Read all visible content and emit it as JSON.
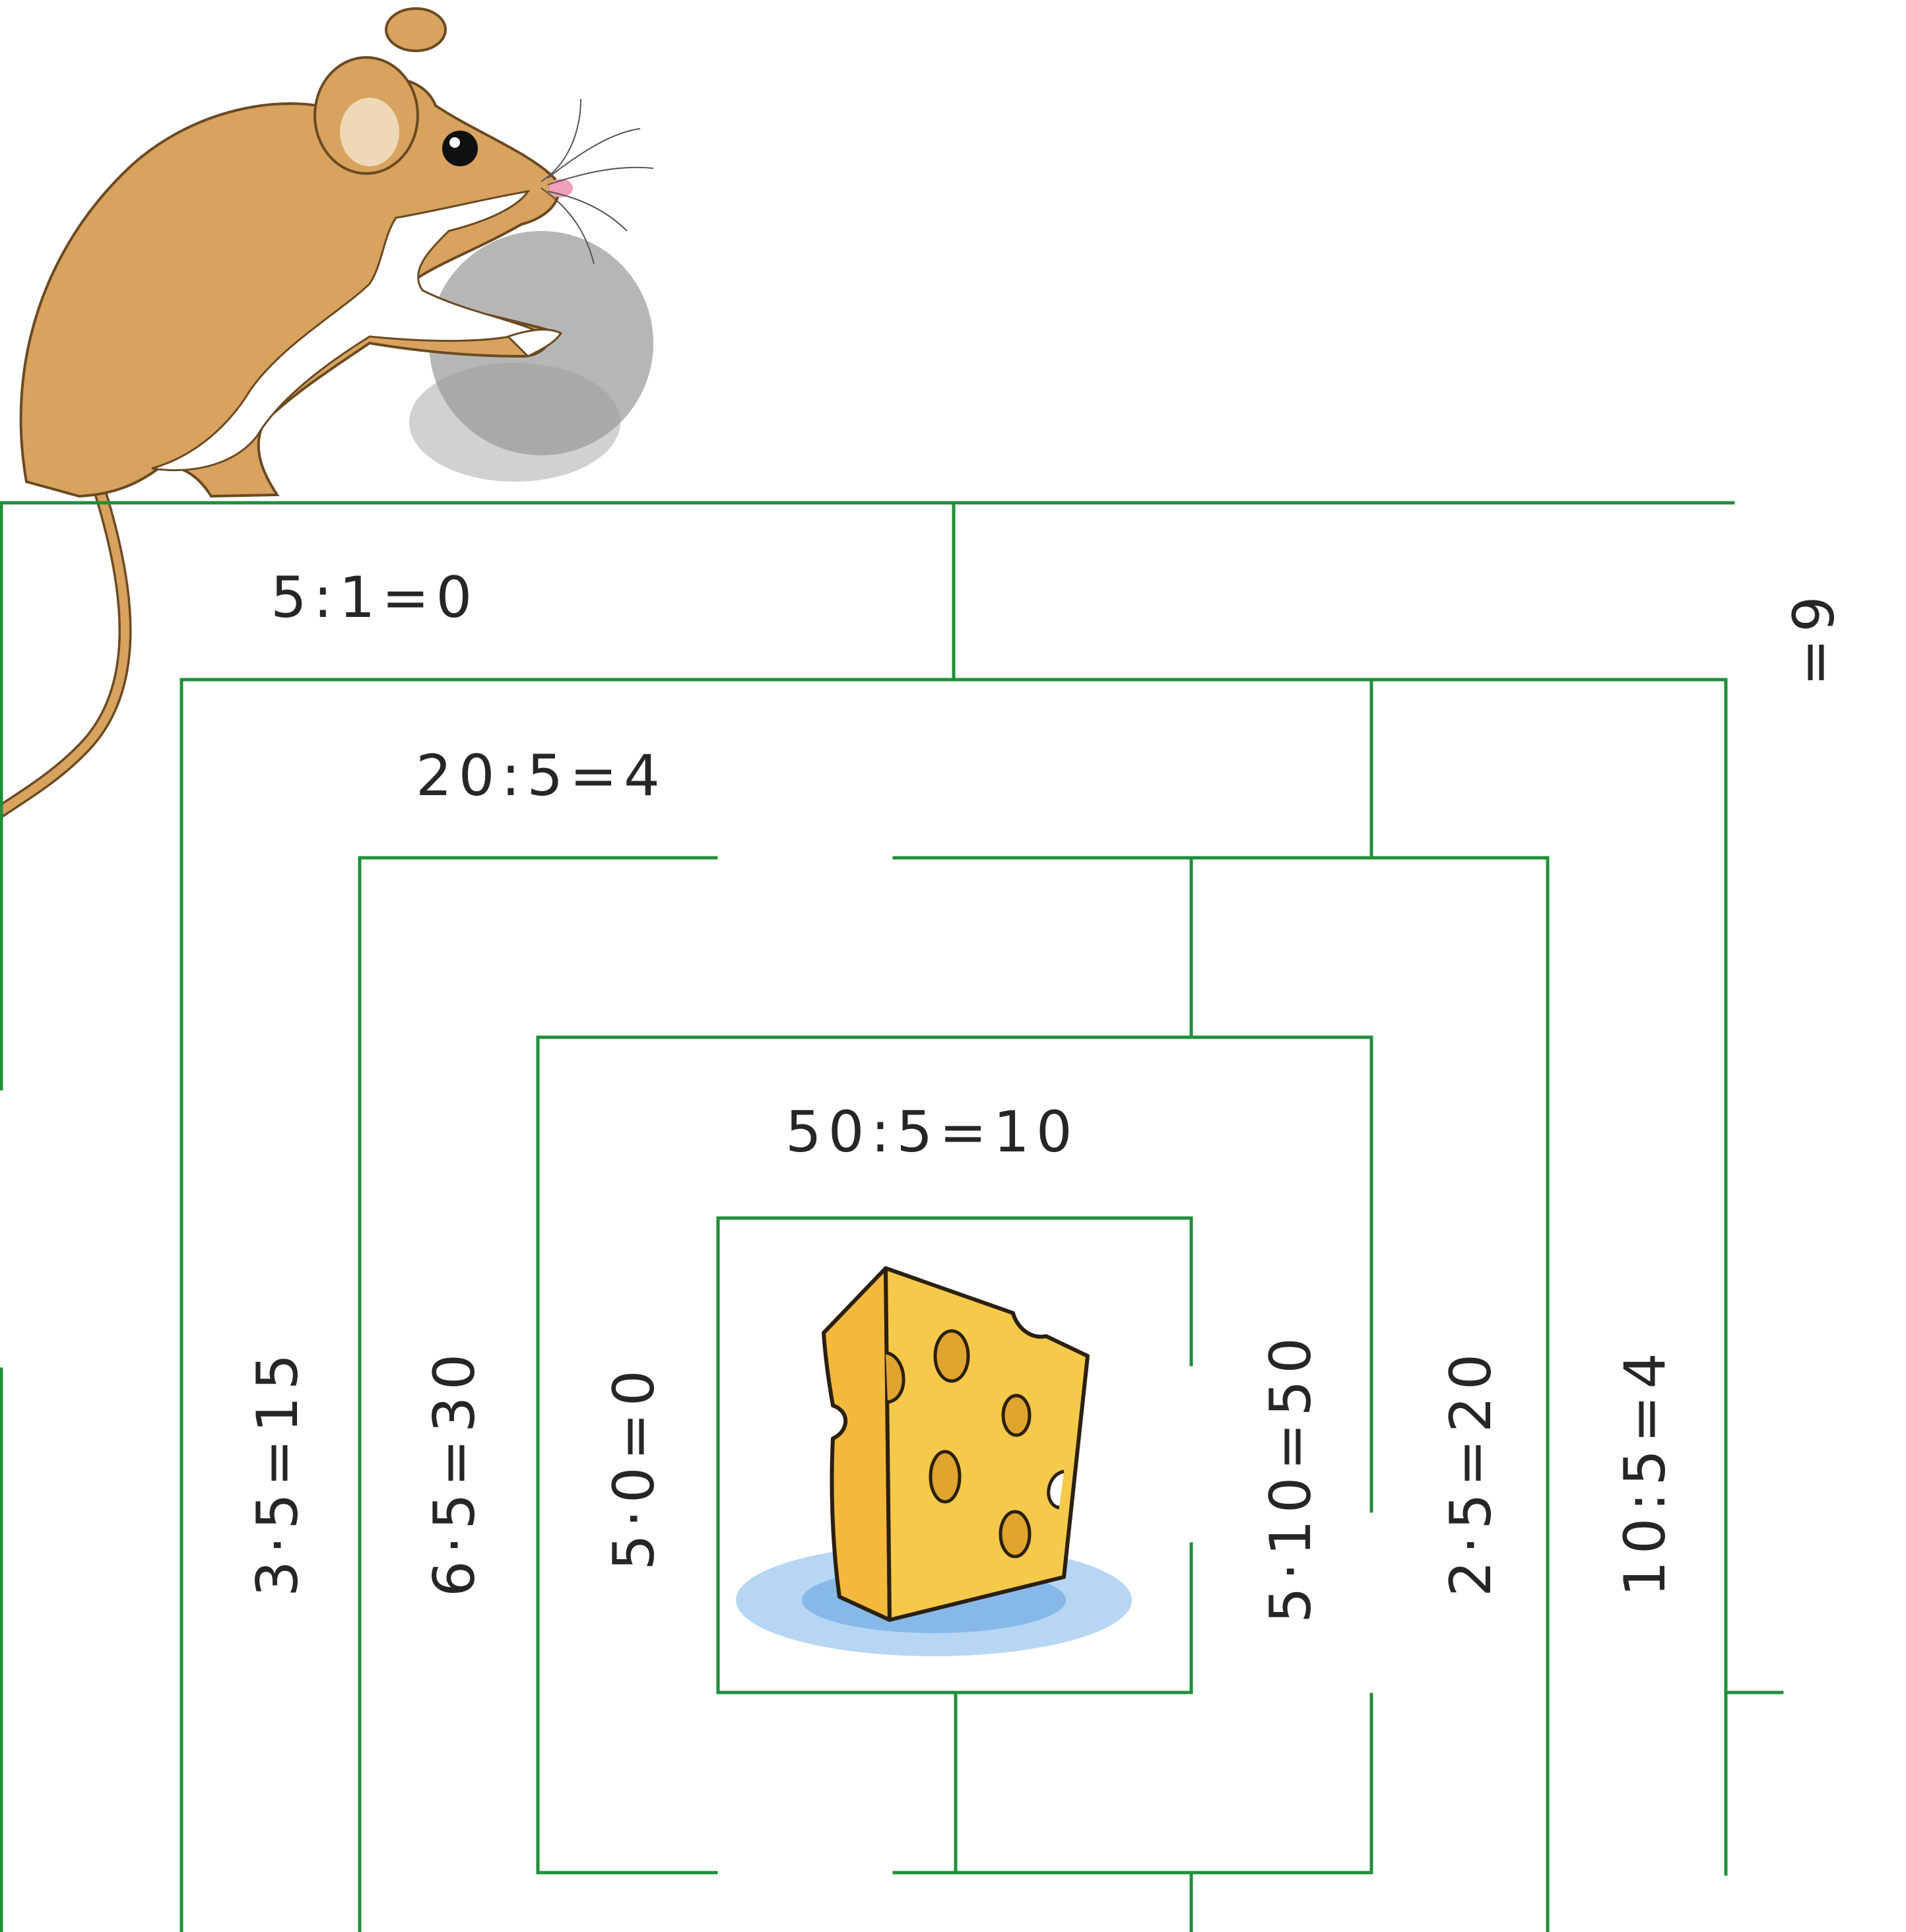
{
  "colors": {
    "maze_line": "#1f8f3a",
    "mouse_fur": "#d8a25f",
    "mouse_outline": "#6b4a22",
    "cheese": "#f5c94a",
    "cheese_outline": "#2b2010",
    "text": "#262626"
  },
  "images": {
    "mouse": "mouse-illustration",
    "cheese": "cheese-illustration"
  },
  "equations": {
    "top_row": "5:1=0",
    "second_row": "20:5=4",
    "center_row": "50:5=10",
    "right_edge": "=9",
    "col_left_1": "3·5=15",
    "col_left_2": "6·5=30",
    "col_left_3": "5·0=0",
    "col_right_1": "5·10=50",
    "col_right_2": "2·5=20",
    "col_right_3": "10:5=4"
  }
}
